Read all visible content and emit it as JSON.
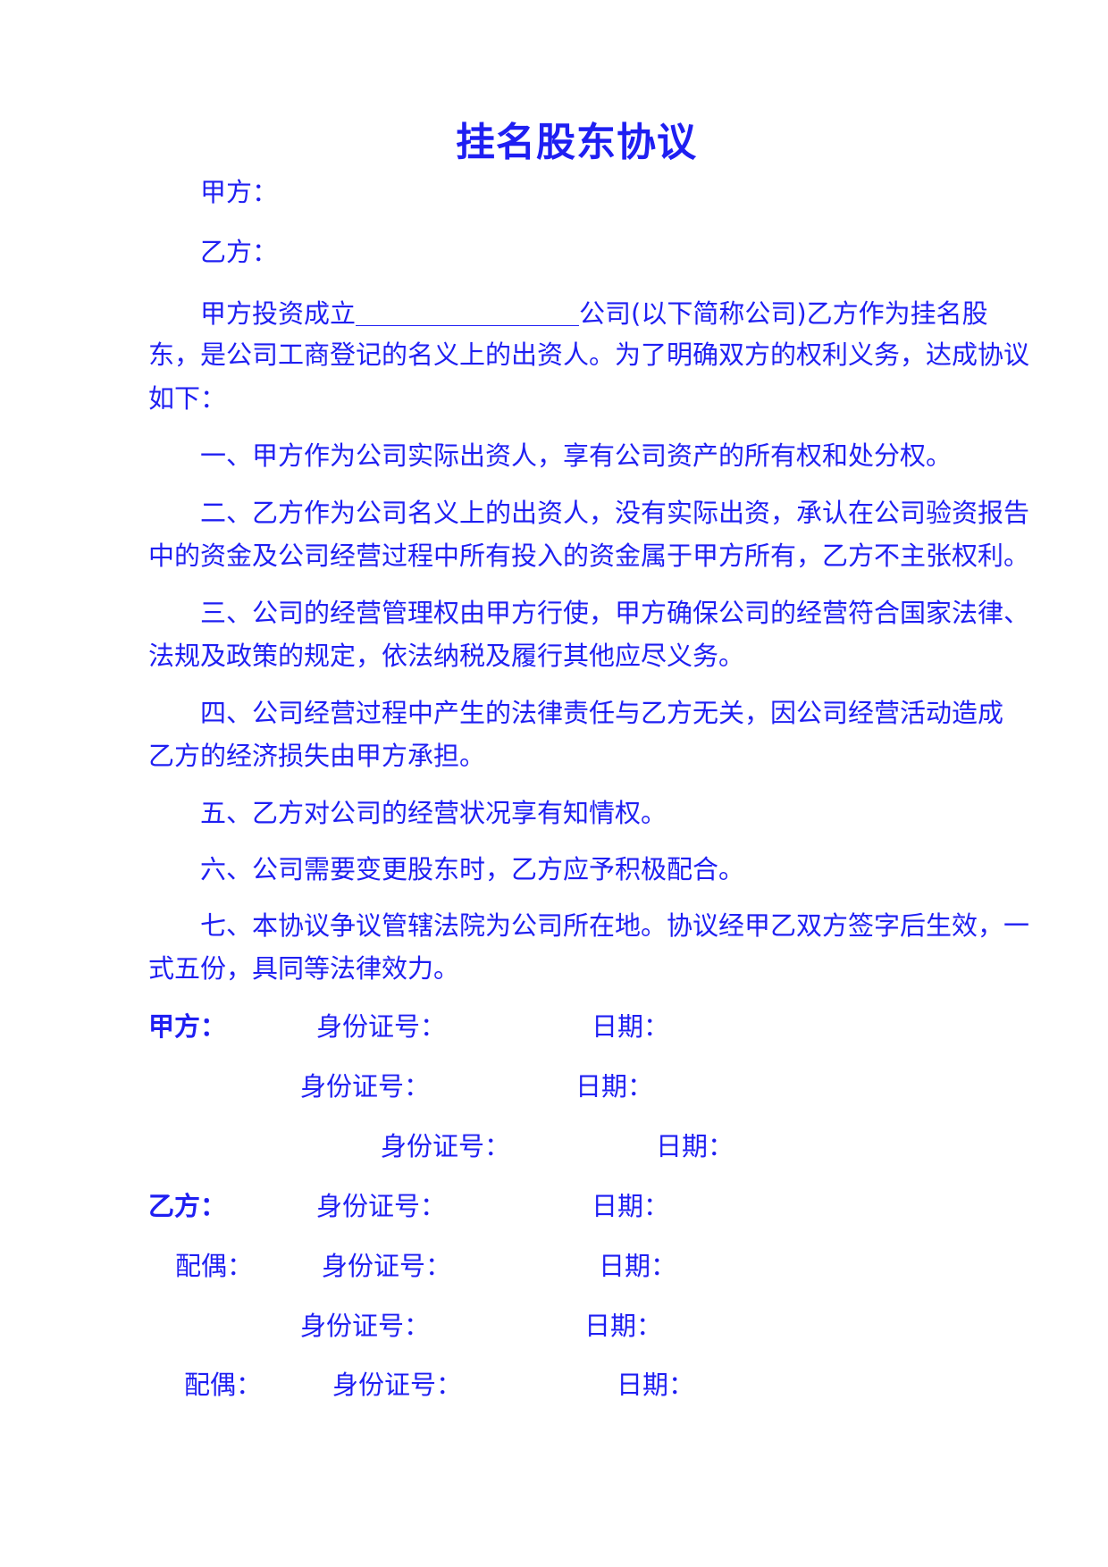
{
  "document": {
    "title": "挂名股东协议",
    "party_a": "甲方：",
    "party_b": "乙方：",
    "intro": {
      "part1": "甲方投资成立",
      "part2": "公司(以下简称公司)乙方作为挂名股",
      "line2": "东，是公司工商登记的名义上的出资人。为了明确双方的权利义务，达成协议",
      "line3": "如下："
    },
    "clauses": [
      {
        "lines": [
          "一、甲方作为公司实际出资人，享有公司资产的所有权和处分权。"
        ]
      },
      {
        "lines": [
          "二、乙方作为公司名义上的出资人，没有实际出资，承认在公司验资报告",
          "中的资金及公司经营过程中所有投入的资金属于甲方所有，乙方不主张权利。"
        ]
      },
      {
        "lines": [
          "三、公司的经营管理权由甲方行使，甲方确保公司的经营符合国家法律、",
          "法规及政策的规定，依法纳税及履行其他应尽义务。"
        ]
      },
      {
        "lines": [
          "四、公司经营过程中产生的法律责任与乙方无关，因公司经营活动造成",
          "乙方的经济损失由甲方承担。"
        ]
      },
      {
        "lines": [
          "五、乙方对公司的经营状况享有知情权。"
        ]
      },
      {
        "lines": [
          "六、公司需要变更股东时，乙方应予积极配合。"
        ]
      },
      {
        "lines": [
          "七、本协议争议管辖法院为公司所在地。协议经甲乙双方签字后生效，一",
          "式五份，具同等法律效力。"
        ]
      }
    ]
  },
  "signatures": {
    "party_a_label": "甲方：",
    "party_b_label": "乙方：",
    "spouse_label": "配偶：",
    "id_label": "身份证号：",
    "date_label": "日期："
  }
}
